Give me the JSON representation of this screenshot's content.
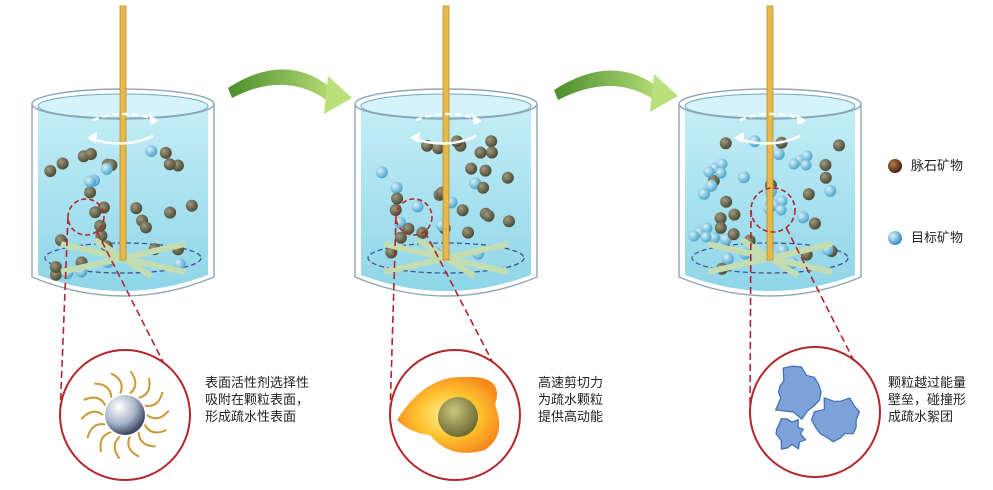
{
  "legend": {
    "gangue_label": "脉石矿物",
    "target_label": "目标矿物"
  },
  "stages": [
    {
      "description": "表面活性剂选择性\n吸附在颗粒表面，\n形成疏水性表面"
    },
    {
      "description": "高速剪切力\n为疏水颗粒\n提供高动能"
    },
    {
      "description": "颗粒越过能量\n壁垒，碰撞形\n成疏水絮团"
    }
  ],
  "colors": {
    "water": "#a9e3f0",
    "shaft": "#e7b94a",
    "gangue": "#6c6a52",
    "target": "#7ecfe8",
    "callout": "#b3262b",
    "arrow": "#8cc63f",
    "blade": "#c3ddb0",
    "legend_gangue": "#6b3a1c",
    "legend_target": "#5aa8d8"
  }
}
